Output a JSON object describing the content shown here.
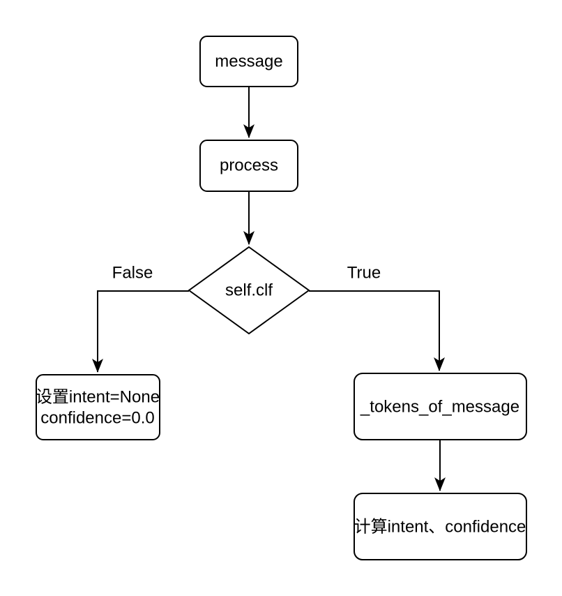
{
  "diagram": {
    "title": "intent classification flowchart",
    "background_color": "#ffffff",
    "stroke_color": "#000000",
    "node_fill_color": "#ffffff",
    "nodes": {
      "message": {
        "label": "message",
        "shape": "rounded-rectangle"
      },
      "process": {
        "label": "process",
        "shape": "rounded-rectangle"
      },
      "decision": {
        "label": "self.clf",
        "shape": "diamond"
      },
      "set_defaults": {
        "line1": "设置intent=None",
        "line2": "confidence=0.0",
        "shape": "rounded-rectangle"
      },
      "tokens_of_message": {
        "label": "_tokens_of_message",
        "shape": "rounded-rectangle"
      },
      "compute": {
        "label": "计算intent、confidence",
        "shape": "rounded-rectangle"
      }
    },
    "edges": [
      {
        "from": "message",
        "to": "process",
        "label": ""
      },
      {
        "from": "process",
        "to": "decision",
        "label": ""
      },
      {
        "from": "decision",
        "to": "set_defaults",
        "label": "False"
      },
      {
        "from": "decision",
        "to": "tokens_of_message",
        "label": "True"
      },
      {
        "from": "tokens_of_message",
        "to": "compute",
        "label": ""
      }
    ]
  }
}
